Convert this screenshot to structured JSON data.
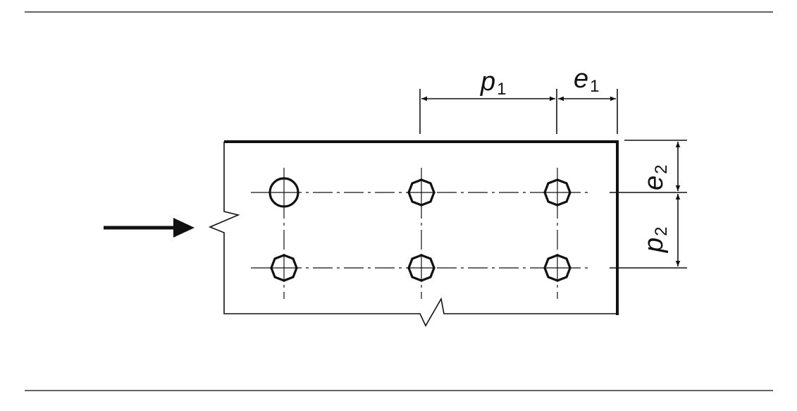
{
  "labels": {
    "p1": {
      "main": "p",
      "sub": "1"
    },
    "e1": {
      "main": "e",
      "sub": "1"
    },
    "e2": {
      "main": "e",
      "sub": "2"
    },
    "p2": {
      "main": "p",
      "sub": "2"
    }
  },
  "bolts": {
    "rows": 2,
    "columns": 3
  },
  "colors": {
    "line": "#111111",
    "rule": "#333333",
    "background": "#ffffff"
  }
}
